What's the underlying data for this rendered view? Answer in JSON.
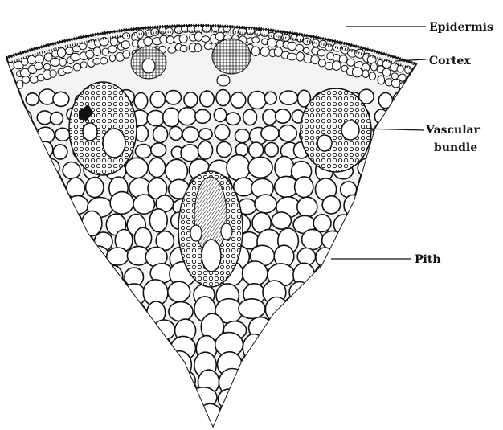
{
  "labels": {
    "epidermis": "Epidermis",
    "cortex": "Cortex",
    "vascular_line1": "Vascular",
    "vascular_line2": "bundle",
    "pith": "Pith"
  },
  "colors": {
    "ink": "#111111",
    "background": "#ffffff"
  }
}
